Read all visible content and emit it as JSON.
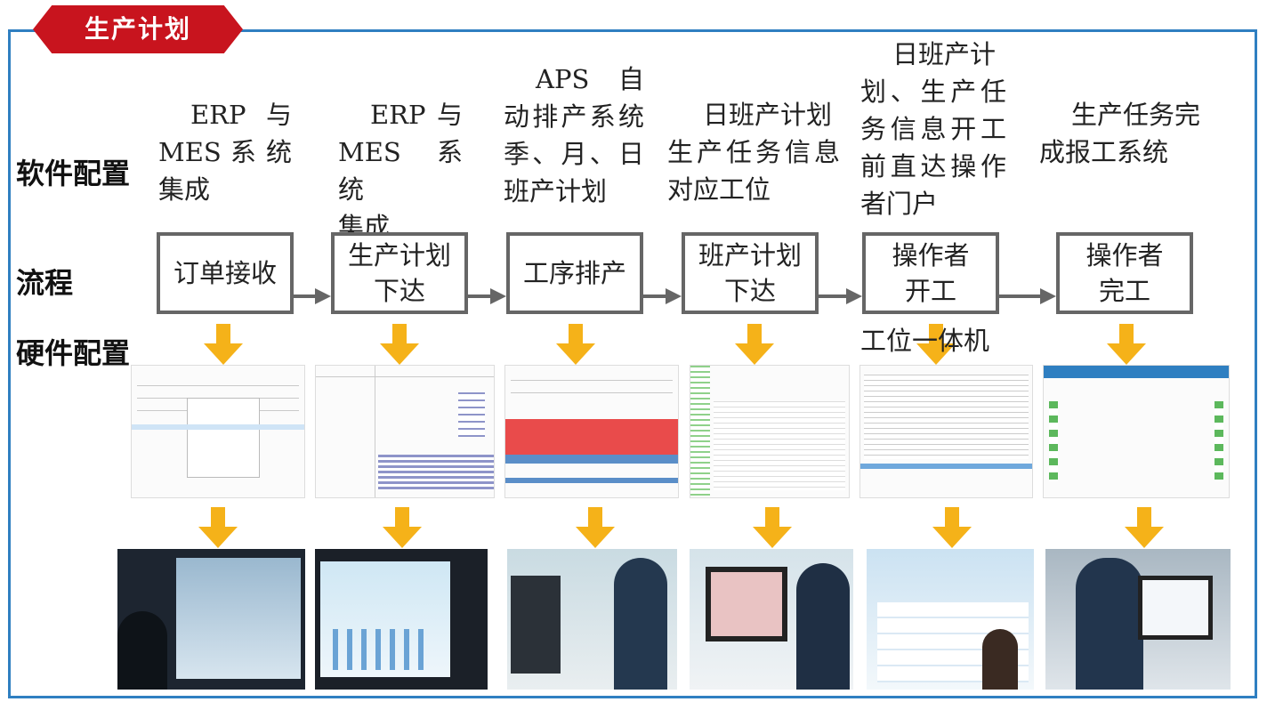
{
  "header": {
    "tag": "生产计划"
  },
  "row_labels": {
    "software": "软件配置",
    "process": "流程",
    "hardware": "硬件配置"
  },
  "software": [
    [
      "ERP 与",
      "MES 系 统",
      "集成"
    ],
    [
      "ERP 与",
      "MES 系 统",
      "集成"
    ],
    [
      "APS 自",
      "动排产系统",
      "季、月、日",
      "班产计划"
    ],
    [
      "日班产计划",
      "生产任务信息",
      "对应工位"
    ],
    [
      "日班产计",
      "划、生产任",
      "务信息开工",
      "前直达操作",
      "者门户"
    ],
    [
      "生产任务完",
      "成报工系统"
    ]
  ],
  "process": [
    [
      "订单接收"
    ],
    [
      "生产计划",
      "下达"
    ],
    [
      "工序排产"
    ],
    [
      "班产计划",
      "下达"
    ],
    [
      "操作者",
      "开工"
    ],
    [
      "操作者",
      "完工"
    ]
  ],
  "hardware_label": "工位一体机",
  "colors": {
    "frame": "#2f7fc1",
    "tag": "#c8141e",
    "arrow_down": "#f5b219",
    "arrow_right": "#666666"
  }
}
